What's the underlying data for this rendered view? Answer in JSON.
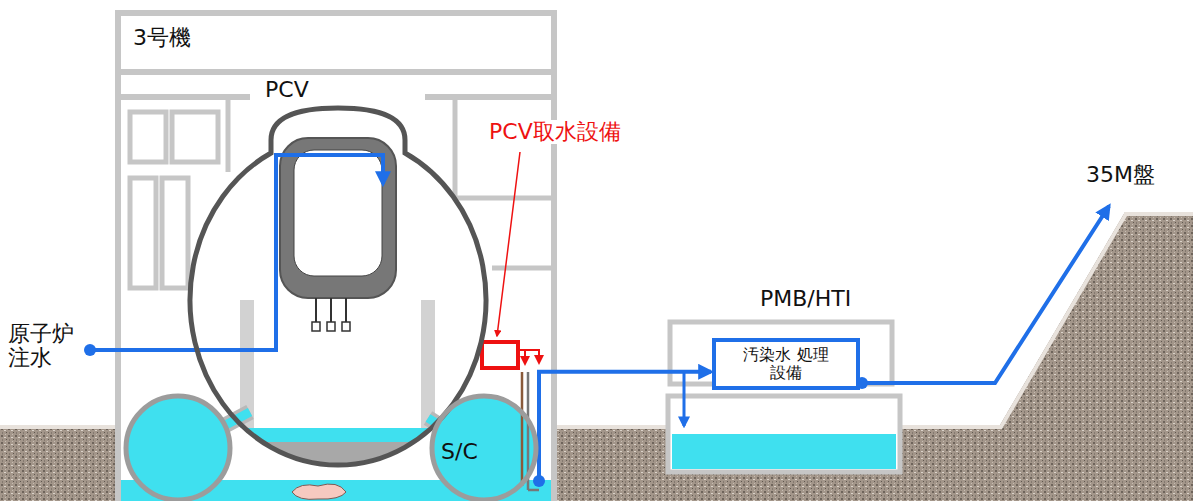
{
  "diagram": {
    "nodes": [
      {
        "text": [
          "3号機"
        ]
      },
      {
        "text": [
          "PCV"
        ],
        "in": 0
      },
      {
        "text": [
          "S/C"
        ],
        "in": 0
      },
      {
        "text": [
          "PMB/HTI"
        ]
      },
      {
        "text": [
          "汚染水 処理設備"
        ],
        "in": 3
      }
    ],
    "edges": [
      {
        "from": 2,
        "to": 4,
        "arrow": "to"
      }
    ],
    "labels": [
      "PCV取水設備",
      "原子炉 注水",
      "35M盤"
    ]
  }
}
